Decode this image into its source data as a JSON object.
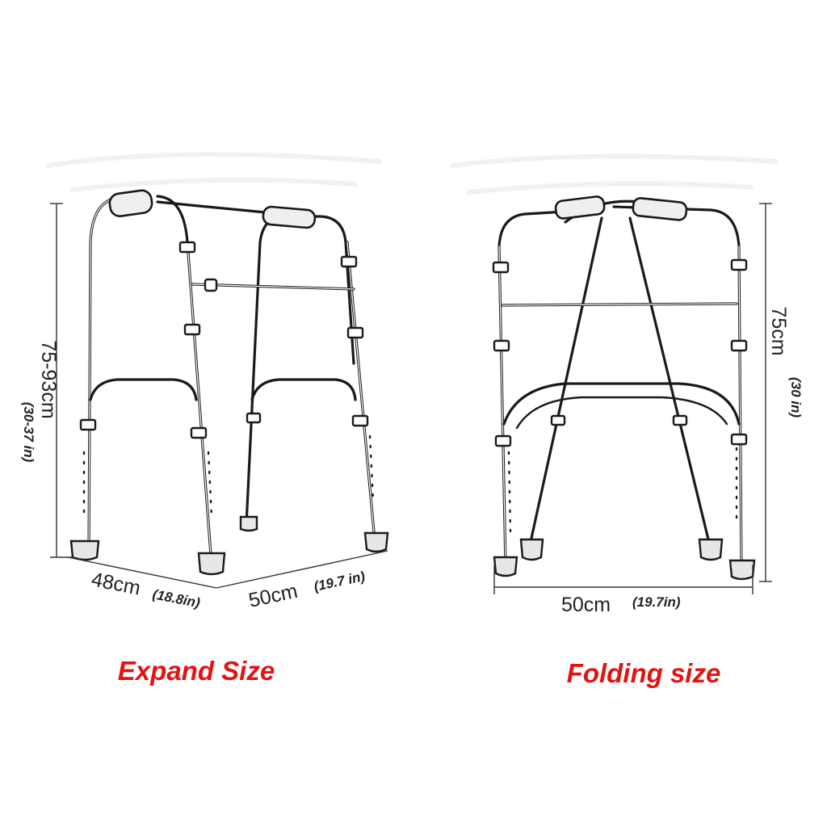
{
  "expanded": {
    "height_cm": "75-93cm",
    "height_in": "(30-37 in)",
    "depth_cm": "48cm",
    "depth_in": "(18.8in)",
    "width_cm": "50cm",
    "width_in": "(19.7 in)",
    "caption": "Expand Size"
  },
  "folded": {
    "height_cm": "75cm",
    "height_in": "(30 in)",
    "width_cm": "50cm",
    "width_in": "(19.7in)",
    "caption": "Folding size"
  },
  "colors": {
    "caption": "#e31313",
    "line": "#1a1a1a"
  }
}
